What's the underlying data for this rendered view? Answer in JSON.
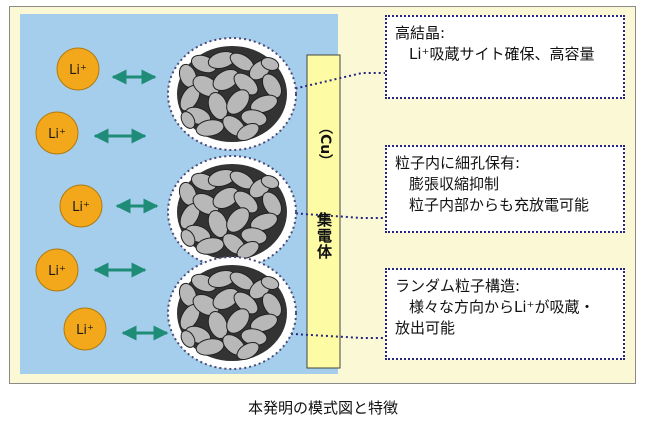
{
  "callouts": [
    {
      "title": "高結晶:",
      "lines": [
        "Li⁺吸蔵サイト確保、高容量"
      ]
    },
    {
      "title": "粒子内に細孔保有:",
      "lines": [
        "膨張収縮抑制",
        "粒子内部からも充放電可能"
      ]
    },
    {
      "title": "ランダム粒子構造:",
      "lines": [
        "様々な方向からLi⁺が吸蔵・",
        "放出可能"
      ]
    }
  ],
  "collector": {
    "label": "集電体",
    "material": "（Cu）"
  },
  "ion_label": "Li⁺",
  "caption": "本発明の模式図と特徴",
  "colors": {
    "electrolyte": "#a5ceec",
    "background": "#fbf8d6",
    "collector": "#fdfca4",
    "ion": "#f2a81a",
    "arrow": "#1e8c76",
    "grain": "#b8b8b8",
    "callout_border": "#262680"
  }
}
